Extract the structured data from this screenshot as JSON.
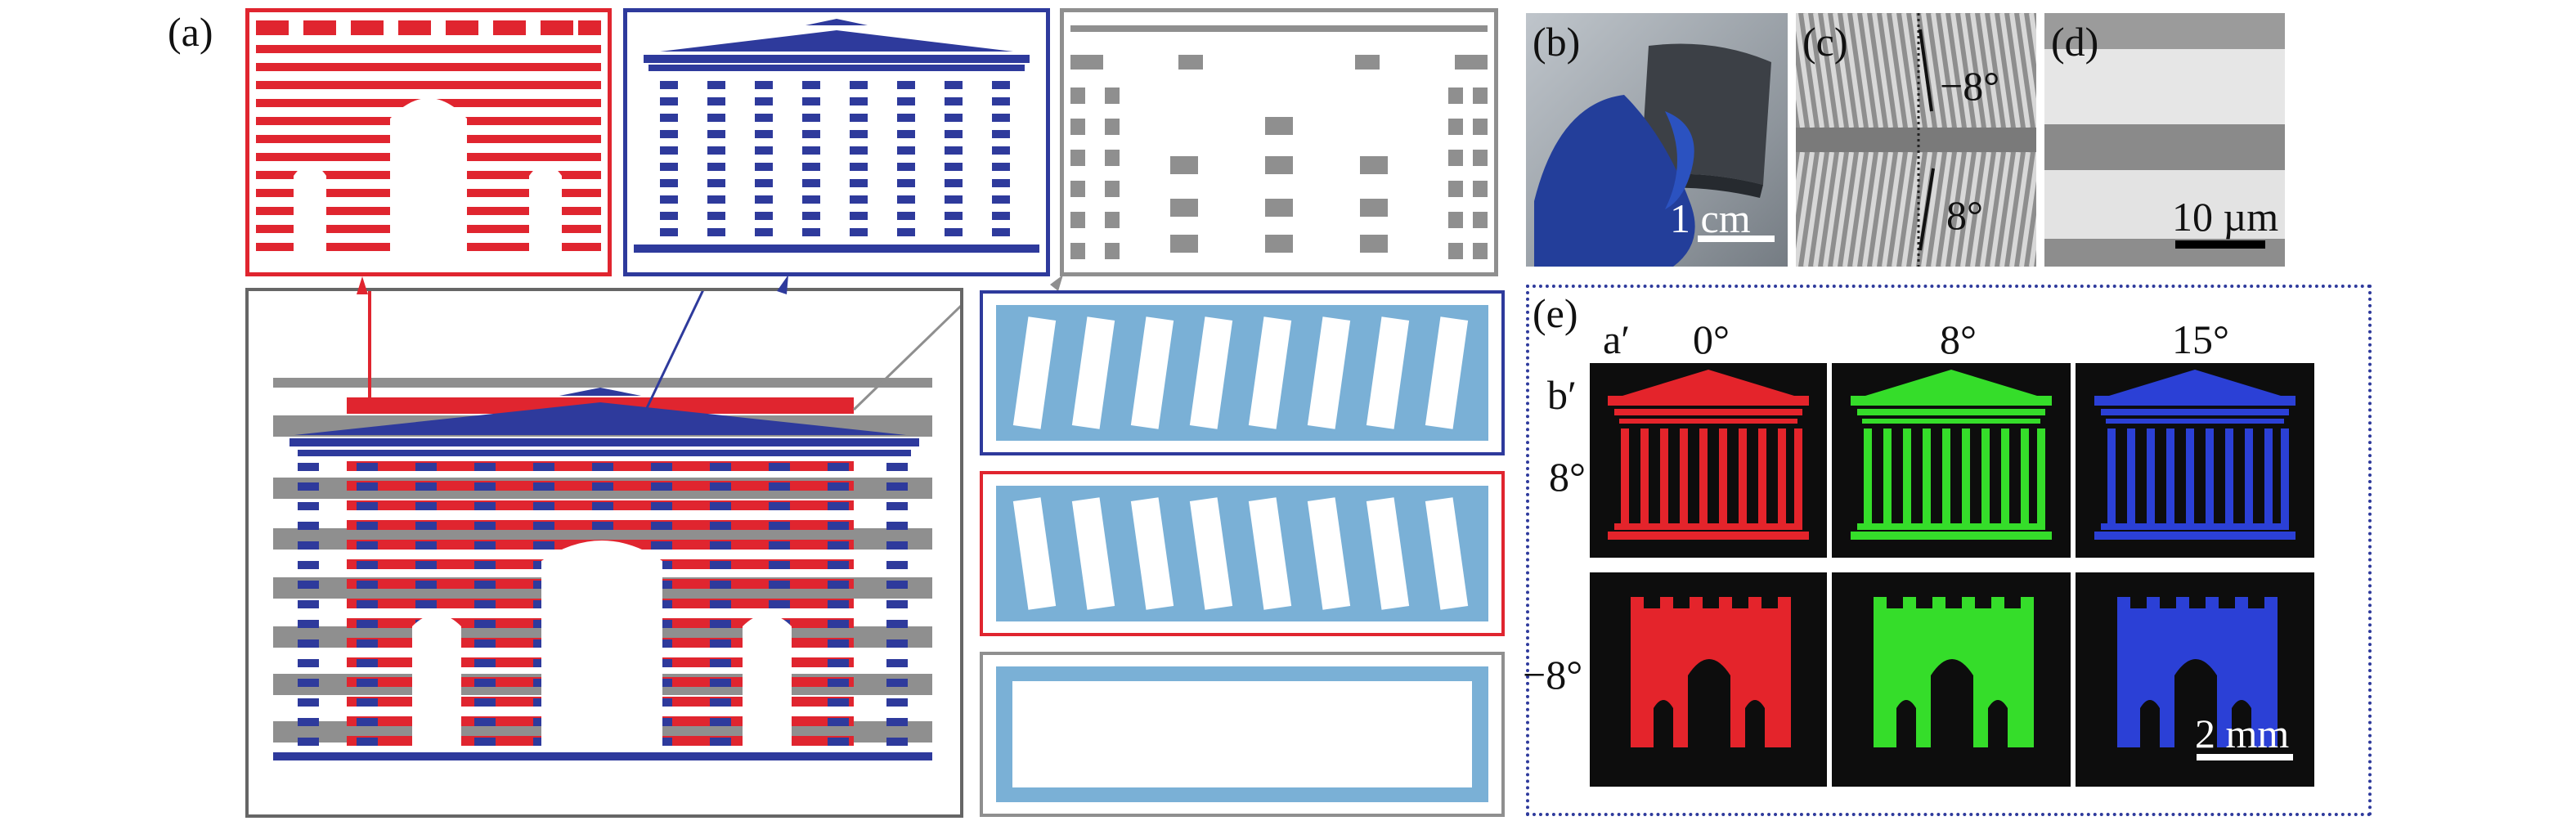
{
  "panel_labels": {
    "a": "(a)",
    "b": "(b)",
    "c": "(c)",
    "d": "(d)",
    "e": "(e)"
  },
  "panel_b": {
    "scale_label": "1 cm"
  },
  "panel_c": {
    "angle_top": "−8°",
    "angle_bottom": "8°"
  },
  "panel_d": {
    "scale_label": "10 µm"
  },
  "panel_e": {
    "corner_a": "a′",
    "corner_b": "b′",
    "columns": [
      "0°",
      "8°",
      "15°"
    ],
    "rows": [
      "8°",
      "−8°"
    ],
    "scale_label": "2 mm"
  },
  "colors": {
    "red": "#e0252f",
    "blue": "#2e3a9c",
    "gray": "#8f8f8f",
    "light_blue": "#7ab0d6",
    "img_red": "#e4242b",
    "img_green": "#35dd2a",
    "img_blue": "#2b40d6"
  }
}
